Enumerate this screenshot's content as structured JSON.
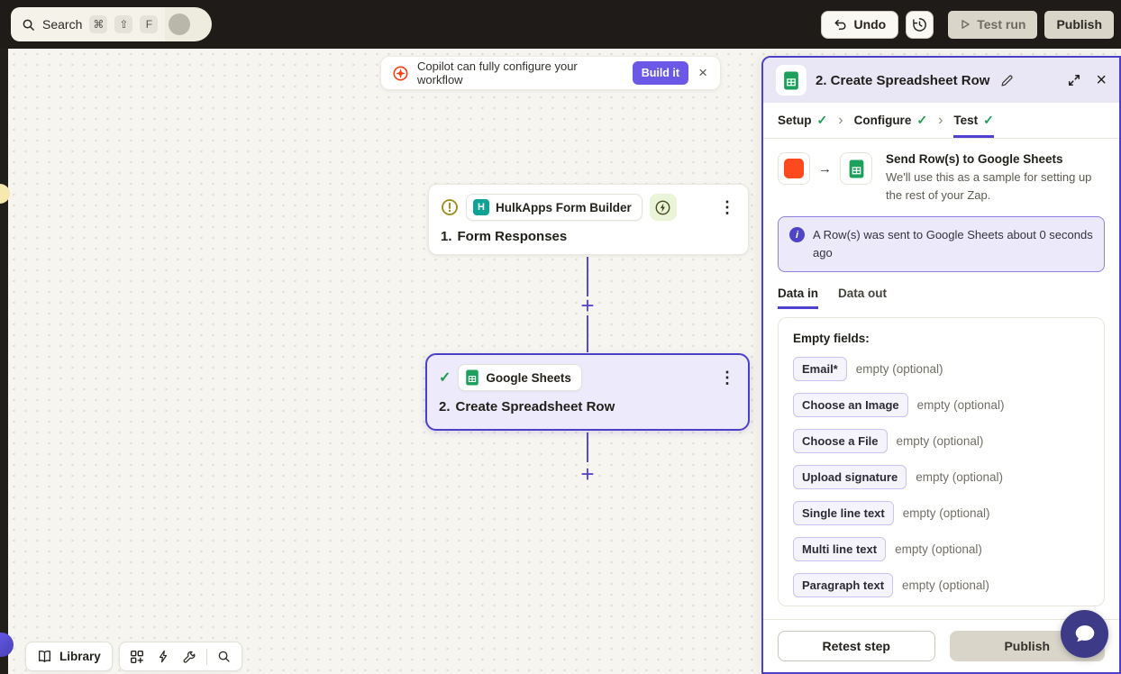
{
  "colors": {
    "topbar_bg": "#1e1b18",
    "accent_purple": "#4b40c6",
    "build_button_purple": "#6b58e6",
    "success_green": "#1f9b53",
    "sheets_green": "#1ca05c",
    "zapier_orange": "#fc4a1e",
    "beige_button": "#d9d6c9",
    "alert_bg": "#eceafa",
    "canvas_bg": "#f7f5ef",
    "chat_indigo": "#3d3a88"
  },
  "icons": {
    "check": "✓",
    "kebab": "⋮",
    "plus": "+",
    "chevron": "›",
    "close": "×",
    "arrow": "→",
    "cmd": "⌘",
    "shift": "⇧",
    "f_key": "F",
    "info": "i"
  },
  "topbar": {
    "search": "Search",
    "undo": "Undo",
    "test_run": "Test run",
    "publish": "Publish"
  },
  "banner": {
    "text": "Copilot can fully configure your workflow",
    "build": "Build it"
  },
  "canvas": {
    "node1": {
      "app": "HulkApps Form Builder",
      "app_initial": "H",
      "num": "1.",
      "name": "Form Responses"
    },
    "node2": {
      "app": "Google Sheets",
      "num": "2.",
      "name": "Create Spreadsheet Row"
    },
    "toolbar": {
      "library": "Library"
    }
  },
  "panel": {
    "title": "2. Create Spreadsheet Row",
    "steps": [
      {
        "label": "Setup"
      },
      {
        "label": "Configure"
      },
      {
        "label": "Test"
      }
    ],
    "action": {
      "title": "Send Row(s) to Google Sheets",
      "desc": "We'll use this as a sample for setting up the rest of your Zap."
    },
    "alert": {
      "text": "A Row(s) was sent to Google Sheets about 0 seconds ago"
    },
    "tabs": {
      "data_in": "Data in",
      "data_out": "Data out"
    },
    "fields": {
      "header": "Empty fields:",
      "items": [
        {
          "name": "Email*",
          "value": "empty (optional)"
        },
        {
          "name": "Choose an Image",
          "value": "empty (optional)"
        },
        {
          "name": "Choose a File",
          "value": "empty (optional)"
        },
        {
          "name": "Upload signature",
          "value": "empty (optional)"
        },
        {
          "name": "Single line text",
          "value": "empty (optional)"
        },
        {
          "name": "Multi line text",
          "value": "empty (optional)"
        },
        {
          "name": "Paragraph text",
          "value": "empty (optional)"
        }
      ]
    },
    "footer": {
      "retest": "Retest step",
      "publish": "Publish"
    }
  }
}
